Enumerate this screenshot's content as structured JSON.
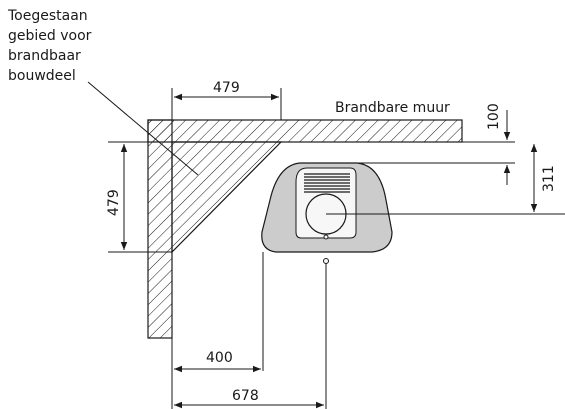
{
  "zone_label": [
    "Toegestaan",
    "gebied voor",
    "brandbaar",
    "bouwdeel"
  ],
  "wall_label": "Brandbare muur",
  "dimensions": {
    "top_width": "479",
    "side_height": "479",
    "wall_gap": "100",
    "depth": "311",
    "offset_400": "400",
    "offset_678": "678"
  },
  "colors": {
    "stroke": "#1a1a1a",
    "stove_fill": "#cccccc",
    "panel_fill": "#f7f7f7"
  }
}
